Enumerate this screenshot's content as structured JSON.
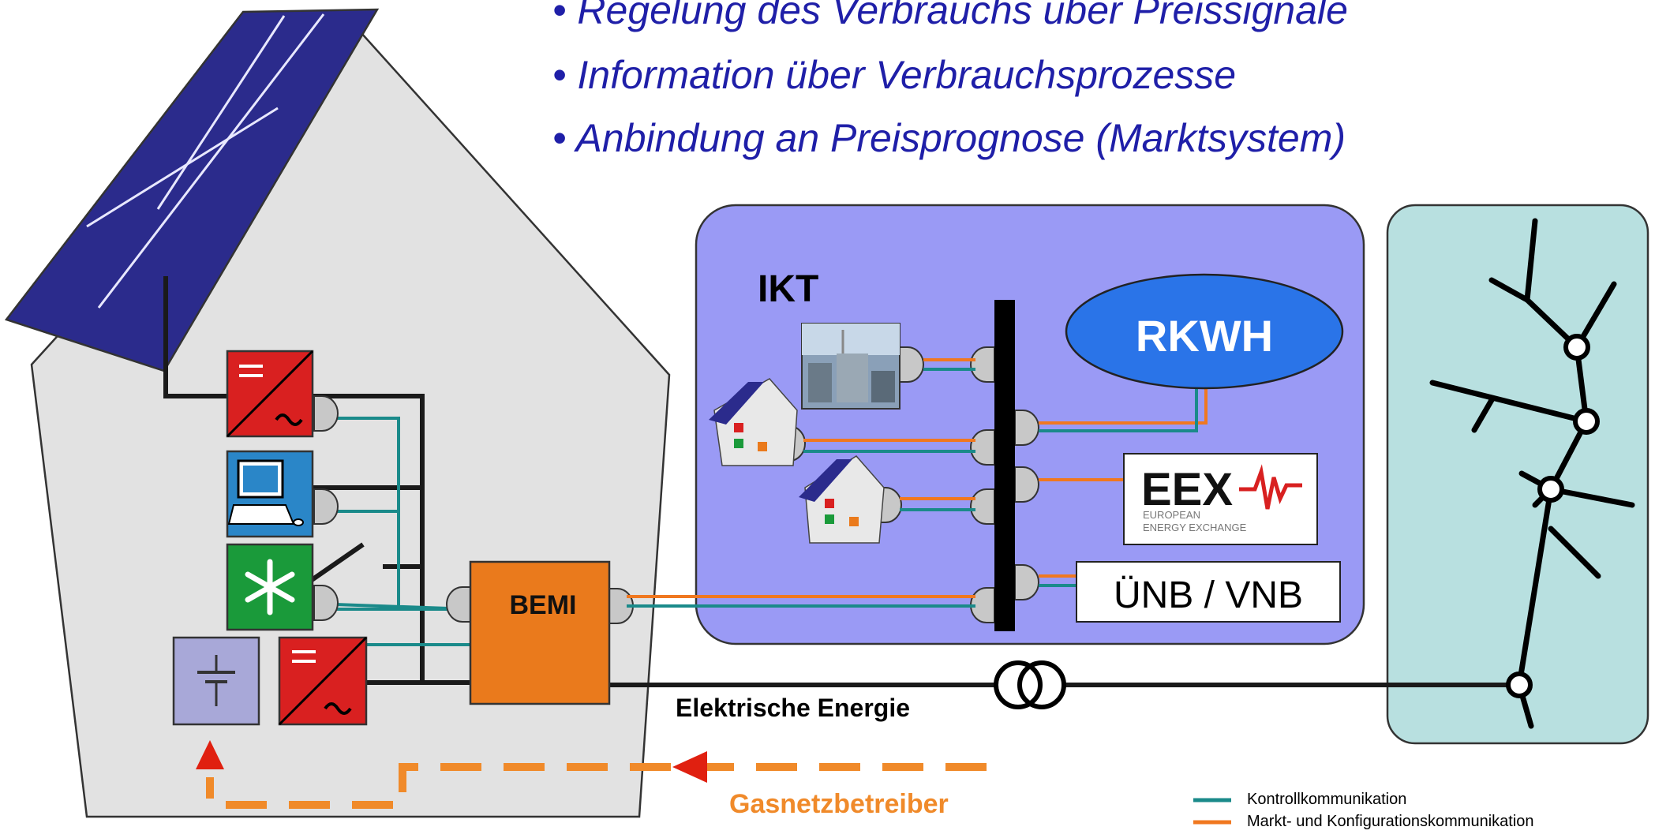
{
  "bullets": [
    "• Regelung des Verbrauchs über Preissignale",
    "• Information über Verbrauchsprozesse",
    "• Anbindung an Preisprognose (Marktsystem)"
  ],
  "labels": {
    "ikt": "IKT",
    "rkwh": "RKWH",
    "bemi": "BEMI",
    "eex_big": "EEX",
    "eex_line1": "EUROPEAN",
    "eex_line2": "ENERGY EXCHANGE",
    "uenb": "ÜNB / VNB",
    "energy": "Elektrische Energie",
    "gas": "Gasnetzbetreiber"
  },
  "legend": [
    {
      "label": "Kontrollkommunikation",
      "color": "#1a8a8a"
    },
    {
      "label": "Markt- und Konfigurationskommunikation",
      "color": "#f07820"
    }
  ],
  "colors": {
    "bullet_text": "#1f1fa8",
    "ikt_panel": "#9a9af5",
    "grid_panel": "#b8e0e0",
    "house_wall": "#e2e2e2",
    "solar_panel": "#2b2b8c",
    "inverter": "#d92020",
    "pc_box": "#2a86c8",
    "fridge_box": "#1a9a3a",
    "battery_box": "#a8a8d8",
    "bemi_box": "#ea7a1c",
    "rkwh_oval": "#2a74e8",
    "gas_dash": "#f08a2a",
    "gas_arrow": "#e02010",
    "gas_text": "#f08a2a"
  },
  "icons": [
    "solar-panel-icon",
    "dc-ac-inverter-icon",
    "computer-icon",
    "snowflake-icon",
    "battery-icon",
    "transformer-icon",
    "power-grid-icon",
    "factory-photo-icon",
    "house-thumbnail-icon",
    "eex-logo-icon"
  ]
}
